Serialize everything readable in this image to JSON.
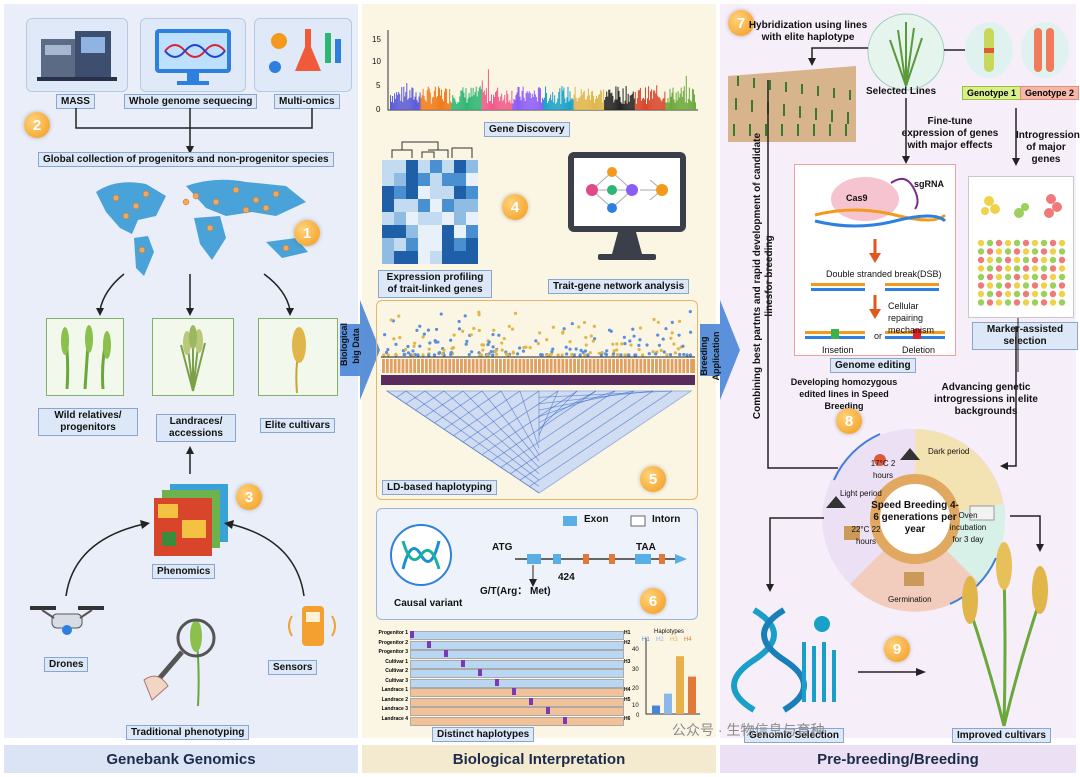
{
  "footer": {
    "left": "Genebank Genomics",
    "middle": "Biological Interpretation",
    "right": "Pre-breeding/Breeding"
  },
  "left": {
    "badges": [
      "2",
      "1",
      "3"
    ],
    "mass": "MASS",
    "wgs": "Whole genome sequecing",
    "multiomics": "Multi-omics",
    "global": "Global collection of progenitors and non-progenitor species",
    "wild": "Wild relatives/ progenitors",
    "landraces": "Landraces/ accessions",
    "elite": "Elite cultivars",
    "phenomics": "Phenomics",
    "drones": "Drones",
    "sensors": "Sensors",
    "traditional": "Traditional phenotyping",
    "arrow1": "Biological big Data"
  },
  "middle": {
    "badges": [
      "4",
      "5",
      "6"
    ],
    "gene_discovery": "Gene Discovery",
    "manhattan_ticks": [
      "15",
      "10",
      "5",
      "0"
    ],
    "expression": "Expression profiling of trait-linked genes",
    "network": "Trait-gene network analysis",
    "ld": "LD-based haplotyping",
    "exon": "Exon",
    "intron": "Intorn",
    "causal": "Causal variant",
    "atg": "ATG",
    "taa": "TAA",
    "pos": "424",
    "snp": "G/T(Arg： Met)",
    "distinct": "Distinct haplotypes",
    "haplo_rows": [
      "Progenitor 1",
      "Progenitor 2",
      "Progenitor 3",
      "Cultivar 1",
      "Cultivar 2",
      "Cultivar 3",
      "Landrace 1",
      "Landrace 2",
      "Landrace 3",
      "Landrace 4"
    ],
    "haplo_tags": [
      "H1",
      "H2",
      "H3",
      "H4",
      "H5",
      "H6"
    ],
    "haplotypes_title": "Haplotypes",
    "haplo_legend": [
      "H1",
      "H2",
      "H3",
      "H4"
    ],
    "bar_ticks": [
      "40",
      "30",
      "20",
      "10",
      "0"
    ],
    "arrow2": "Breeding Application"
  },
  "right": {
    "badges": [
      "7",
      "8",
      "9"
    ],
    "hybridization": "Hybridization using lines with elite haplotype",
    "selected": "Selected Lines",
    "genotype1": "Genotype 1",
    "genotype2": "Genotype 2",
    "finetune": "Fine-tune expression of genes with major effects",
    "introgression": "Introgression of major genes",
    "combining": "Combining best partnts and rapid development of candidate linesfor breeding",
    "cas9": "Cas9",
    "sgrna": "sgRNA",
    "dsb": "Double stranded break(DSB)",
    "repair": "Cellular repairing mechanism",
    "or": "or",
    "insertion": "Insetion",
    "deletion": "Deletion",
    "genome_editing": "Genome editing",
    "marker": "Marker-assisted selection",
    "developing": "Developing homozygous edited lines in Speed Breeding",
    "advancing": "Advancing genetic introgressions in elite backgrounds",
    "speed": "Speed Breeding 4-6 generations per year",
    "dark": "Dark period",
    "light": "Light period",
    "oven": "Oven incubation for 3 day",
    "germination": "Germination",
    "temp1": "17°C 2 hours",
    "temp2": "22°C 22 hours",
    "genomic": "Genomic Selection",
    "improved": "Improved cultivars"
  },
  "watermark": "公众号 · 生物信息与育种",
  "colors": {
    "orange_badge": "#f39a1d",
    "blue_arrow": "#3f7fd6",
    "label_bg": "#dce8f8"
  }
}
